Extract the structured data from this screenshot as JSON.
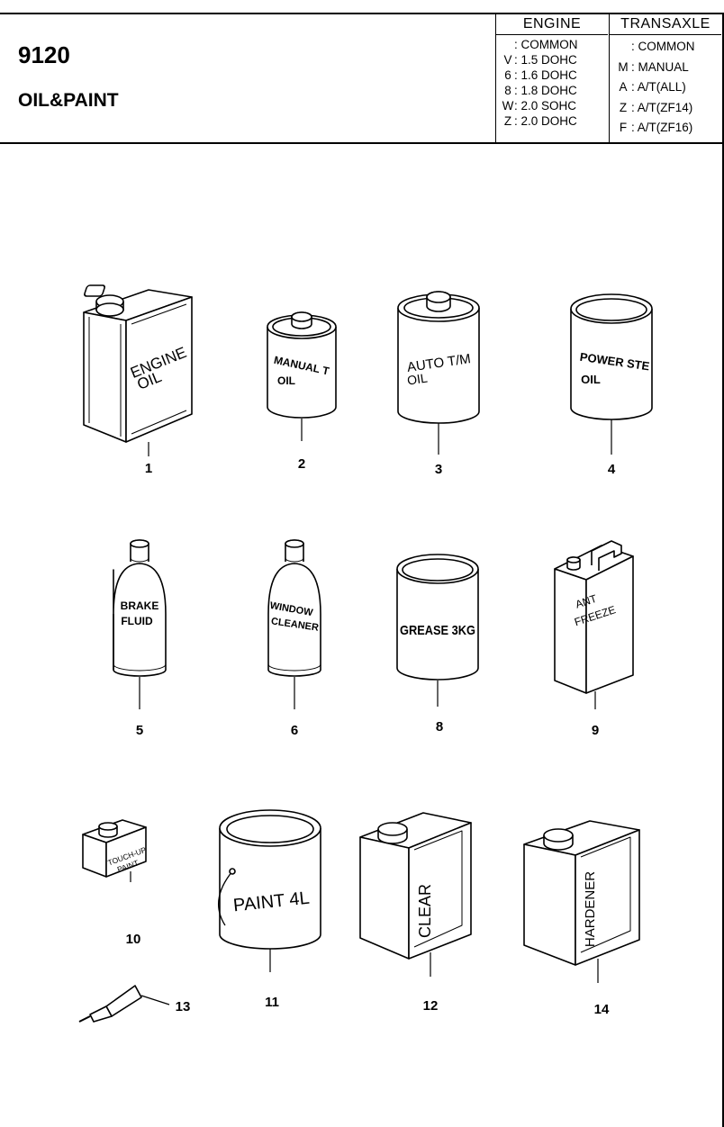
{
  "header": {
    "code": "9120",
    "title": "OIL&PAINT"
  },
  "legend": {
    "engine": {
      "heading": "ENGINE",
      "items": [
        {
          "key": "",
          "sep": ":",
          "value": "COMMON"
        },
        {
          "key": "V",
          "sep": ":",
          "value": "1.5 DOHC"
        },
        {
          "key": "6",
          "sep": ":",
          "value": "1.6 DOHC"
        },
        {
          "key": "8",
          "sep": ":",
          "value": "1.8 DOHC"
        },
        {
          "key": "W",
          "sep": ":",
          "value": "2.0 SOHC"
        },
        {
          "key": "Z",
          "sep": ":",
          "value": "2.0 DOHC"
        }
      ]
    },
    "transaxle": {
      "heading": "TRANSAXLE",
      "items": [
        {
          "key": "",
          "sep": ":",
          "value": "COMMON"
        },
        {
          "key": "M",
          "sep": ":",
          "value": "MANUAL"
        },
        {
          "key": "A",
          "sep": ":",
          "value": "A/T(ALL)"
        },
        {
          "key": "Z",
          "sep": ":",
          "value": "A/T(ZF14)"
        },
        {
          "key": "F",
          "sep": ":",
          "value": "A/T(ZF16)"
        }
      ]
    }
  },
  "parts": {
    "p1": {
      "number": "1",
      "label_lines": [
        "ENGINE",
        "OIL"
      ]
    },
    "p2": {
      "number": "2",
      "label_lines": [
        "MANUAL T",
        "OIL"
      ]
    },
    "p3": {
      "number": "3",
      "label_lines": [
        "AUTO T/M",
        "OIL"
      ]
    },
    "p4": {
      "number": "4",
      "label_lines": [
        "POWER STE",
        "OIL"
      ]
    },
    "p5": {
      "number": "5",
      "label_lines": [
        "BRAKE",
        "FLUID"
      ]
    },
    "p6": {
      "number": "6",
      "label_lines": [
        "WINDOW",
        "CLEANER"
      ]
    },
    "p8": {
      "number": "8",
      "label_lines": [
        "GREASE 3KG"
      ]
    },
    "p9": {
      "number": "9",
      "label_lines": [
        "ANT",
        "FREEZE"
      ]
    },
    "p10": {
      "number": "10",
      "label_lines": [
        "TOUCH-UP",
        "PAINT"
      ]
    },
    "p11": {
      "number": "11",
      "label_lines": [
        "PAINT 4L"
      ]
    },
    "p12": {
      "number": "12",
      "label_lines": [
        "CLEAR"
      ]
    },
    "p13": {
      "number": "13",
      "label_lines": []
    },
    "p14": {
      "number": "14",
      "label_lines": [
        "HARDENER"
      ]
    }
  }
}
